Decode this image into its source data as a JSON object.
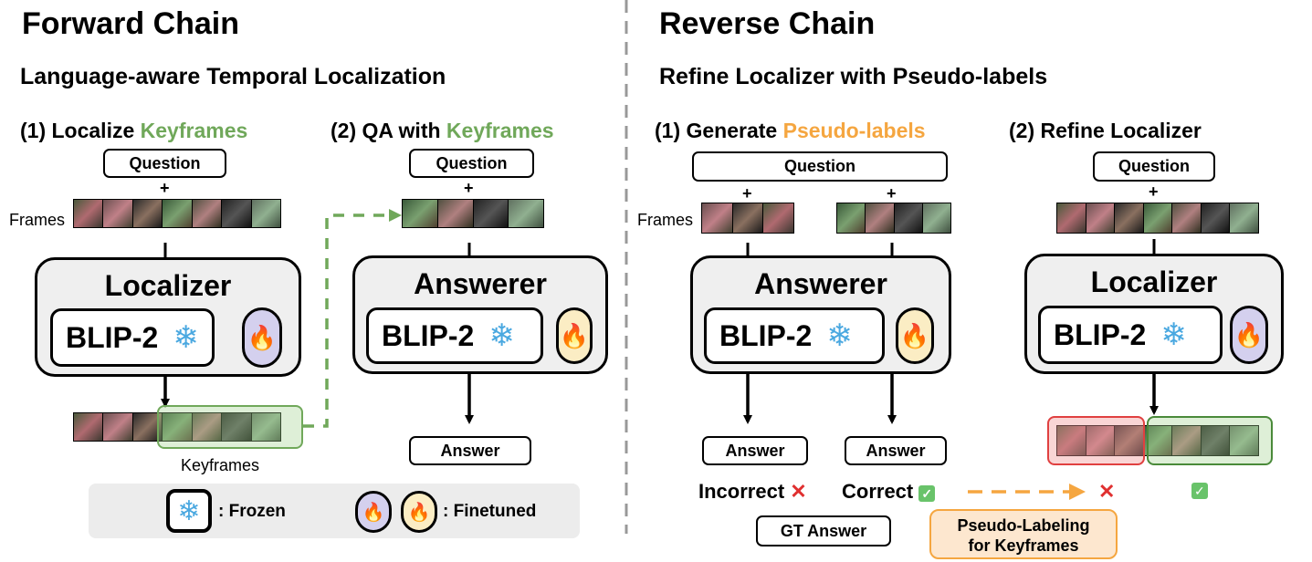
{
  "forward": {
    "heading": "Forward Chain",
    "subheading": "Language-aware Temporal Localization",
    "step1_prefix": "(1) Localize ",
    "step1_highlight": "Keyframes",
    "step2_prefix": "(2) QA with ",
    "step2_highlight": "Keyframes",
    "question": "Question",
    "plus": "+",
    "frames_label": "Frames",
    "localizer_title": "Localizer",
    "answerer_title": "Answerer",
    "blip": "BLIP-2",
    "keyframes_label": "Keyframes",
    "answer": "Answer"
  },
  "legend": {
    "frozen": ": Frozen",
    "finetuned": ": Finetuned"
  },
  "reverse": {
    "heading": "Reverse Chain",
    "subheading": "Refine Localizer with Pseudo-labels",
    "step1_prefix": "(1) Generate ",
    "step1_highlight": "Pseudo-labels",
    "step2": "(2) Refine Localizer",
    "question": "Question",
    "plus": "+",
    "frames_label": "Frames",
    "answerer_title": "Answerer",
    "localizer_title": "Localizer",
    "blip": "BLIP-2",
    "answer": "Answer",
    "incorrect": "Incorrect",
    "correct": "Correct",
    "gt_answer": "GT Answer",
    "pseudo_line1": "Pseudo-Labeling",
    "pseudo_line2": "for Keyframes"
  },
  "icons": {
    "frozen": "snowflake-icon",
    "finetuned": "flame-icon",
    "incorrect": "cross-icon",
    "correct": "check-icon"
  },
  "colors": {
    "keyframes_green": "#70a85a",
    "pseudo_orange": "#f5a640",
    "module_gray": "#efefef",
    "finetune_purple": "#d4d0ee",
    "finetune_yellow": "#fbedc4",
    "wrong_red": "#e03030"
  }
}
